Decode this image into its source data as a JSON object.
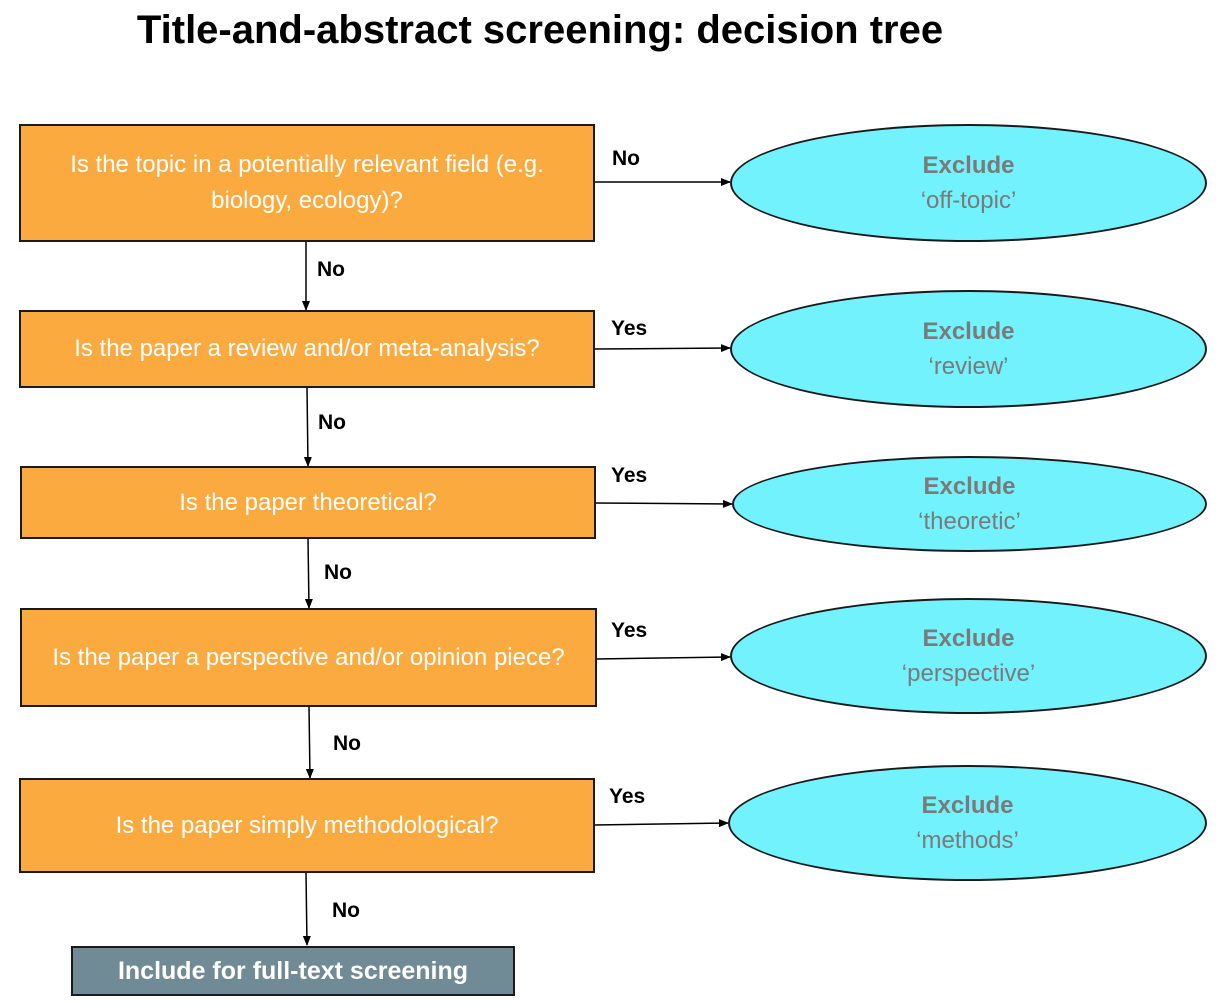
{
  "title": "Title-and-abstract screening: decision tree",
  "colors": {
    "question_fill": "#FBAA40",
    "exclude_fill": "#72F2FD",
    "include_fill": "#708A96",
    "exclude_text": "#7a7a7a"
  },
  "steps": [
    {
      "question": "Is the topic in a potentially relevant field (e.g. biology, ecology)?",
      "branch_label": "No",
      "exclude_title": "Exclude",
      "exclude_reason": "‘off-topic’",
      "next_label": "No"
    },
    {
      "question": "Is the paper a review and/or meta-analysis?",
      "branch_label": "Yes",
      "exclude_title": "Exclude",
      "exclude_reason": "‘review’",
      "next_label": "No"
    },
    {
      "question": "Is the paper theoretical?",
      "branch_label": "Yes",
      "exclude_title": "Exclude",
      "exclude_reason": "‘theoretic’",
      "next_label": "No"
    },
    {
      "question": "Is the paper a perspective and/or opinion piece?",
      "branch_label": "Yes",
      "exclude_title": "Exclude",
      "exclude_reason": "‘perspective’",
      "next_label": "No"
    },
    {
      "question": "Is the paper simply methodological?",
      "branch_label": "Yes",
      "exclude_title": "Exclude",
      "exclude_reason": "‘methods’",
      "next_label": "No"
    }
  ],
  "include": "Include for full-text screening"
}
